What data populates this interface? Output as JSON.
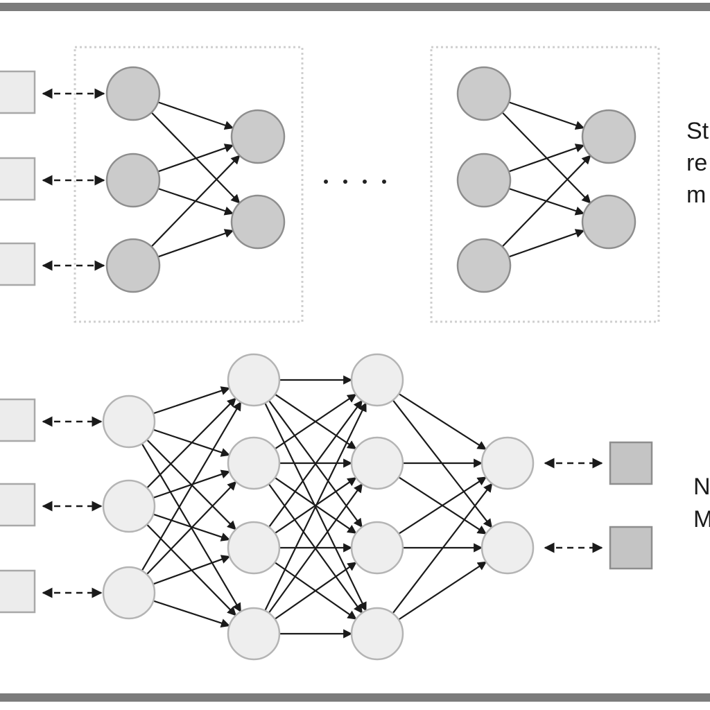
{
  "labels": {
    "top_line1": "St",
    "top_line2": "re",
    "top_line3": "m",
    "bottom_line1": "N",
    "bottom_line2": "M"
  },
  "colors": {
    "frame": "#7c7c7c",
    "box_border": "#cfcfcf",
    "node_dark_fill": "#cbcbcb",
    "node_dark_stroke": "#8e8e8e",
    "node_light_fill": "#eeeeee",
    "node_light_stroke": "#b4b4b4",
    "square_light_fill": "#ececec",
    "square_dark_fill": "#c4c4c4",
    "edge": "#1a1a1a"
  }
}
